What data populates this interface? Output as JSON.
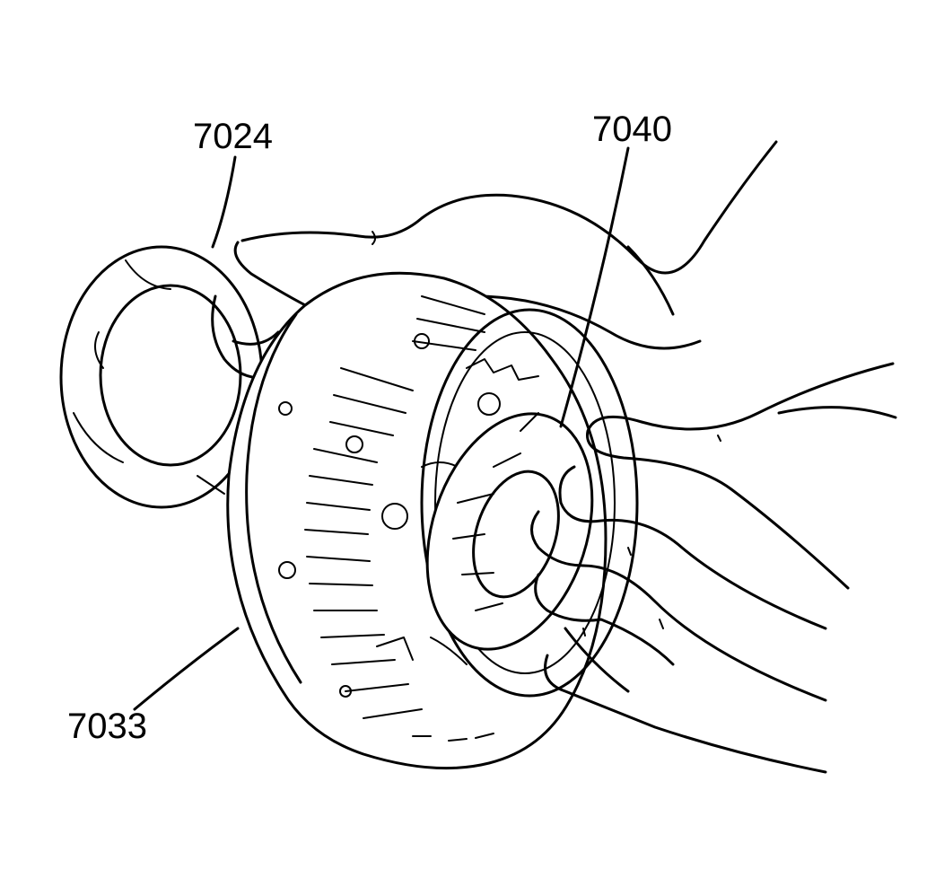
{
  "callouts": [
    {
      "id": "7024",
      "label": "7024"
    },
    {
      "id": "7040",
      "label": "7040"
    },
    {
      "id": "7033",
      "label": "7033"
    }
  ],
  "colors": {
    "ink": "#000000",
    "paper": "#ffffff"
  }
}
